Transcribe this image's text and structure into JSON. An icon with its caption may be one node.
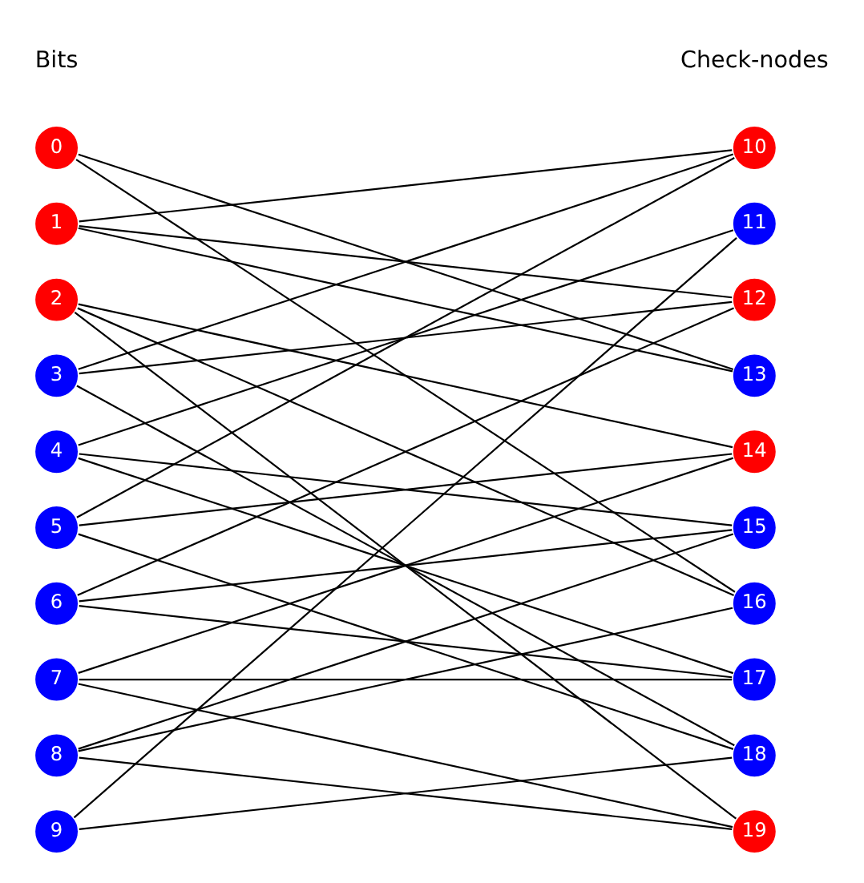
{
  "diagram": {
    "nodes": [
      {
        "text": [
          "0"
        ]
      },
      {
        "text": [
          "1"
        ]
      },
      {
        "text": [
          "2"
        ]
      },
      {
        "text": [
          "3"
        ]
      },
      {
        "text": [
          "4"
        ]
      },
      {
        "text": [
          "5"
        ]
      },
      {
        "text": [
          "6"
        ]
      },
      {
        "text": [
          "7"
        ]
      },
      {
        "text": [
          "8"
        ]
      },
      {
        "text": [
          "9"
        ]
      },
      {
        "text": [
          "10"
        ]
      },
      {
        "text": [
          "11"
        ]
      },
      {
        "text": [
          "12"
        ]
      },
      {
        "text": [
          "13"
        ]
      },
      {
        "text": [
          "14"
        ]
      },
      {
        "text": [
          "15"
        ]
      },
      {
        "text": [
          "16"
        ]
      },
      {
        "text": [
          "17"
        ]
      },
      {
        "text": [
          "18"
        ]
      },
      {
        "text": [
          "19"
        ]
      }
    ],
    "edges": [
      {
        "from": 0,
        "to": 13,
        "arrow": "none"
      },
      {
        "from": 0,
        "to": 16,
        "arrow": "none"
      },
      {
        "from": 1,
        "to": 10,
        "arrow": "none"
      },
      {
        "from": 1,
        "to": 12,
        "arrow": "none"
      },
      {
        "from": 1,
        "to": 13,
        "arrow": "none"
      },
      {
        "from": 2,
        "to": 14,
        "arrow": "none"
      },
      {
        "from": 2,
        "to": 16,
        "arrow": "none"
      },
      {
        "from": 2,
        "to": 19,
        "arrow": "none"
      },
      {
        "from": 3,
        "to": 10,
        "arrow": "none"
      },
      {
        "from": 3,
        "to": 12,
        "arrow": "none"
      },
      {
        "from": 3,
        "to": 18,
        "arrow": "none"
      },
      {
        "from": 4,
        "to": 11,
        "arrow": "none"
      },
      {
        "from": 4,
        "to": 15,
        "arrow": "none"
      },
      {
        "from": 4,
        "to": 17,
        "arrow": "none"
      },
      {
        "from": 5,
        "to": 10,
        "arrow": "none"
      },
      {
        "from": 5,
        "to": 14,
        "arrow": "none"
      },
      {
        "from": 5,
        "to": 18,
        "arrow": "none"
      },
      {
        "from": 6,
        "to": 12,
        "arrow": "none"
      },
      {
        "from": 6,
        "to": 15,
        "arrow": "none"
      },
      {
        "from": 6,
        "to": 17,
        "arrow": "none"
      },
      {
        "from": 7,
        "to": 14,
        "arrow": "none"
      },
      {
        "from": 7,
        "to": 17,
        "arrow": "none"
      },
      {
        "from": 7,
        "to": 19,
        "arrow": "none"
      },
      {
        "from": 8,
        "to": 15,
        "arrow": "none"
      },
      {
        "from": 8,
        "to": 16,
        "arrow": "none"
      },
      {
        "from": 8,
        "to": 19,
        "arrow": "none"
      },
      {
        "from": 9,
        "to": 11,
        "arrow": "none"
      },
      {
        "from": 9,
        "to": 18,
        "arrow": "none"
      }
    ],
    "labels": [
      "Bits",
      "Check-nodes"
    ]
  }
}
